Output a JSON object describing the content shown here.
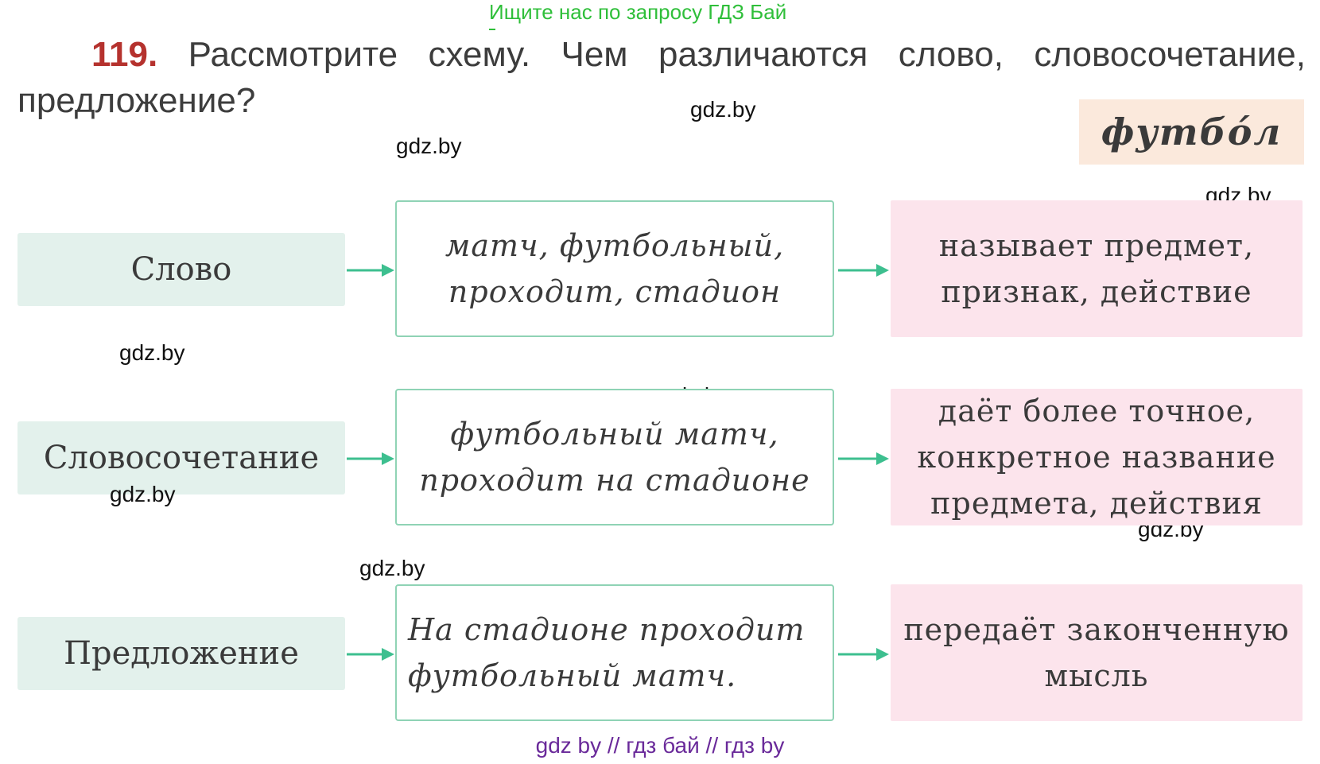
{
  "search_hint": "Ищите нас по запросу ГДЗ Бай",
  "task": {
    "number": "119.",
    "text": "Рассмотрите схему. Чем различаются слово, словосочетание, предложение?"
  },
  "vocab_word": "футбóл",
  "watermark": "gdz.by",
  "rows": [
    {
      "label": "Слово",
      "example": "матч, футбольный, проходит, стадион",
      "meaning": "называет предмет, признак, действие"
    },
    {
      "label": "Словосочетание",
      "example": "футбольный матч, проходит на стадионе",
      "meaning": "даёт более точное, конкретное название предмета, действия"
    },
    {
      "label": "Предложение",
      "example": "На стадионе проходит футбольный матч.",
      "meaning": "передаёт законченную мысль"
    }
  ],
  "footer": "gdz by  //  гдз бай  //  гдз by",
  "colors": {
    "left_box": "#e3f1ec",
    "mid_border": "#8fd3b5",
    "right_box": "#fce4ec",
    "arrow": "#3dbf8f",
    "task_number": "#b5322e",
    "vocab_box": "#fbe9dc"
  }
}
